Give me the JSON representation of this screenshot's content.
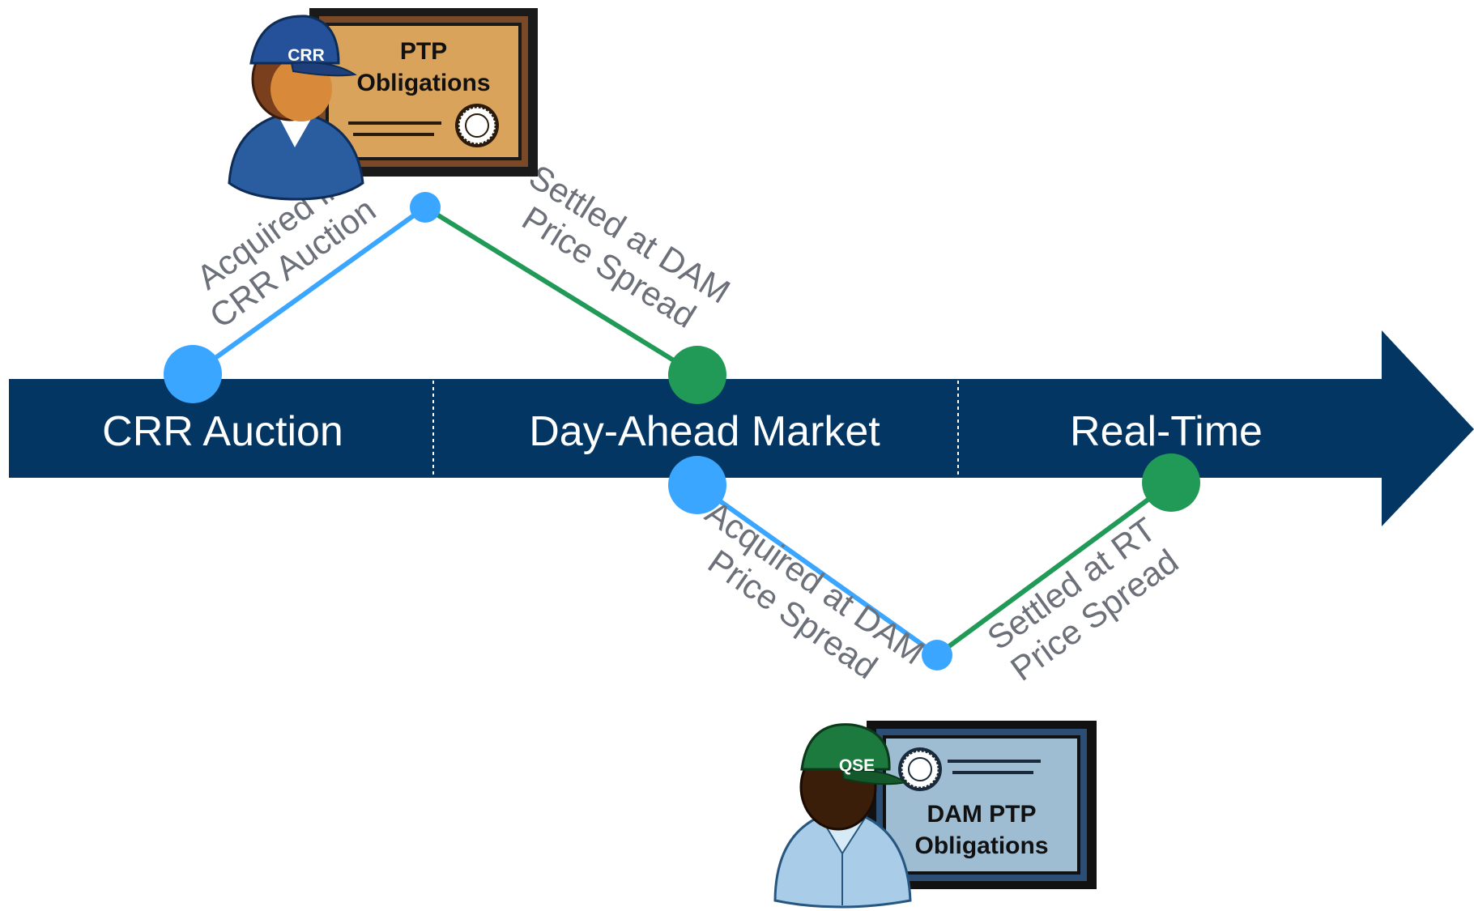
{
  "stages": [
    {
      "id": "crr",
      "label": "CRR Auction"
    },
    {
      "id": "dam",
      "label": "Day-Ahead Market"
    },
    {
      "id": "rt",
      "label": "Real-Time"
    }
  ],
  "paths": {
    "crr_acquired": [
      "Acquired in",
      "CRR Auction"
    ],
    "dam_settled": [
      "Settled at DAM",
      "Price Spread"
    ],
    "dam_acquired": [
      "Acquired at DAM",
      "Price Spread"
    ],
    "rt_settled": [
      "Settled at RT",
      "Price Spread"
    ]
  },
  "certificates": {
    "crr_cert": {
      "line1": "PTP",
      "line2": "Obligations"
    },
    "dam_cert": {
      "line1": "DAM PTP",
      "line2": "Obligations"
    }
  },
  "people": {
    "crr_holder_hat": "CRR",
    "qse_holder_hat": "QSE"
  },
  "colors": {
    "timeline": "#033662",
    "acquire": "#3aa6ff",
    "settle": "#219a58",
    "label_gray": "#6b7079"
  },
  "icons": [
    "crr-holder-person-icon",
    "qse-person-icon",
    "seal-icon"
  ]
}
